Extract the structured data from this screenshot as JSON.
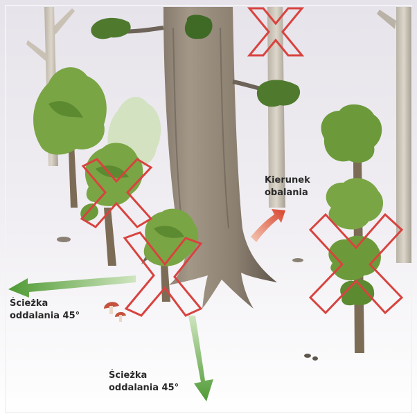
{
  "labels": {
    "felling_direction": {
      "line1": "Kierunek",
      "line2": "obalania"
    },
    "escape_path_left": {
      "line1": "Ścieżka",
      "line2": "oddalania 45°"
    },
    "escape_path_down": {
      "line1": "Ścieżka",
      "line2": "oddalania 45°"
    }
  },
  "colors": {
    "escape_arrow": "#5aa83c",
    "felling_arrow": "#d8432c",
    "cross_mark": "#d8433f",
    "trunk": "#8a7e70",
    "foliage": "#6c9a3a",
    "ground": "#ffffff",
    "sky": "#ebe8ee"
  }
}
